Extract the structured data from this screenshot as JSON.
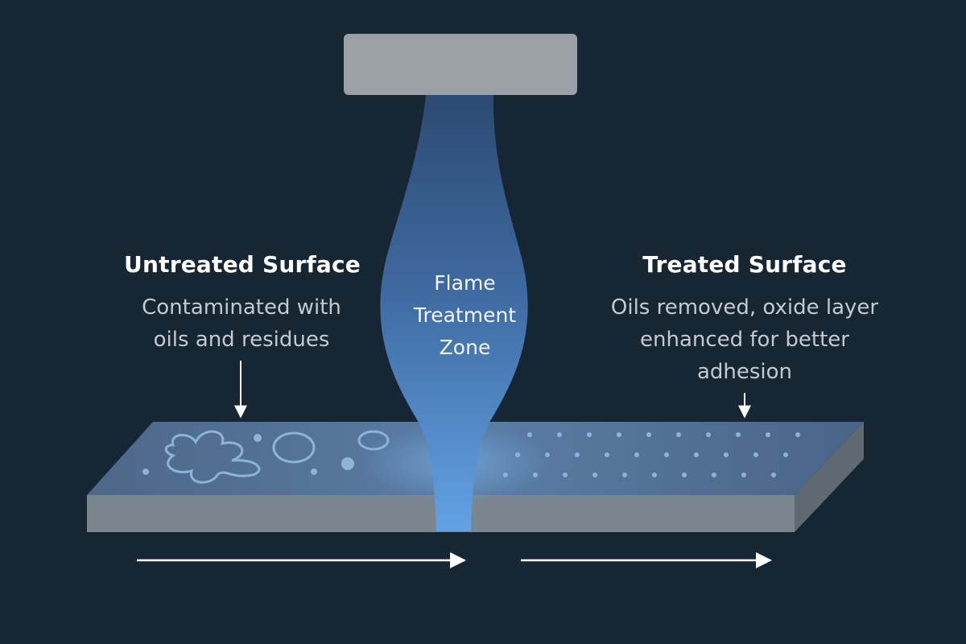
{
  "diagram": {
    "untreated": {
      "title": "Untreated Surface",
      "description_lines": [
        "Contaminated with",
        "oils and residues"
      ]
    },
    "flame_zone": {
      "label_lines": [
        "Flame",
        "Treatment",
        "Zone"
      ]
    },
    "treated": {
      "title": "Treated Surface",
      "description_lines": [
        "Oils removed, oxide layer",
        "enhanced for better",
        "adhesion"
      ]
    }
  },
  "colors": {
    "background": "#172633",
    "burner": "#9aa0a6",
    "flame_top": "#2e4d76",
    "flame_bottom": "#5f9fe0",
    "substrate_top": "#4e6a8c",
    "substrate_front": "#7b8590",
    "substrate_side": "#5f6972",
    "contaminant_stroke": "#8ab4dc",
    "arrow": "#ffffff"
  },
  "icons": {
    "burner": "burner-nozzle-icon",
    "direction": "arrow-right-icon"
  }
}
